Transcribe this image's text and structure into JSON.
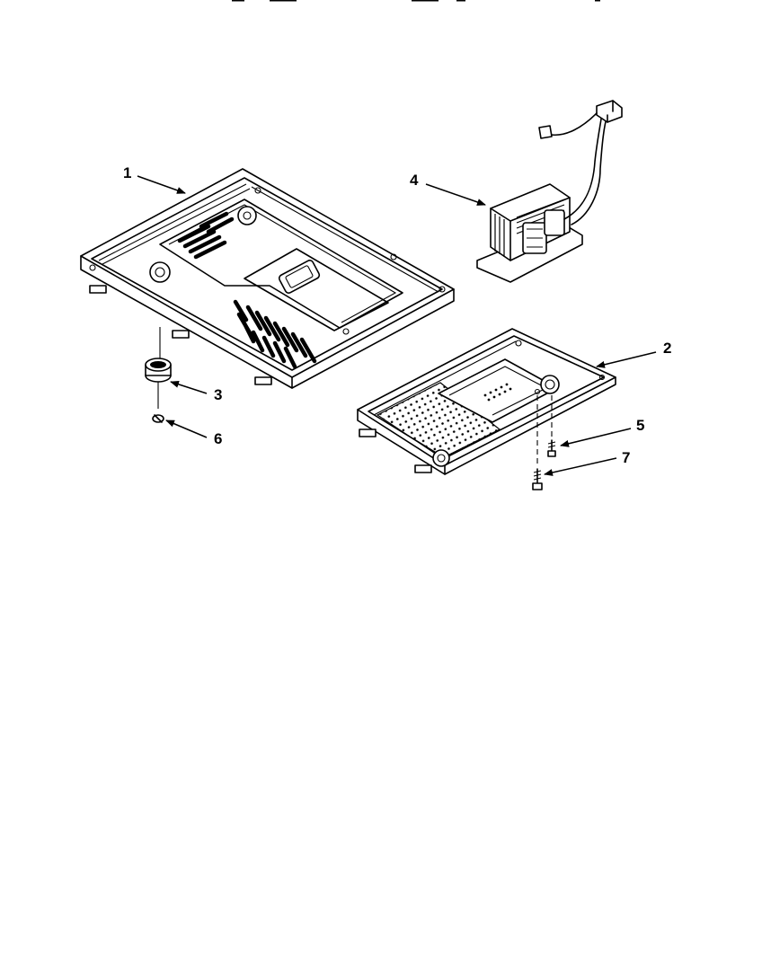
{
  "diagram": {
    "callouts": [
      {
        "id": "1",
        "label": "1",
        "part": "base-pan"
      },
      {
        "id": "2",
        "label": "2",
        "part": "control-plate"
      },
      {
        "id": "3",
        "label": "3",
        "part": "foot"
      },
      {
        "id": "4",
        "label": "4",
        "part": "transformer"
      },
      {
        "id": "5",
        "label": "5",
        "part": "screw"
      },
      {
        "id": "6",
        "label": "6",
        "part": "screw"
      },
      {
        "id": "7",
        "label": "7",
        "part": "screw"
      }
    ]
  }
}
